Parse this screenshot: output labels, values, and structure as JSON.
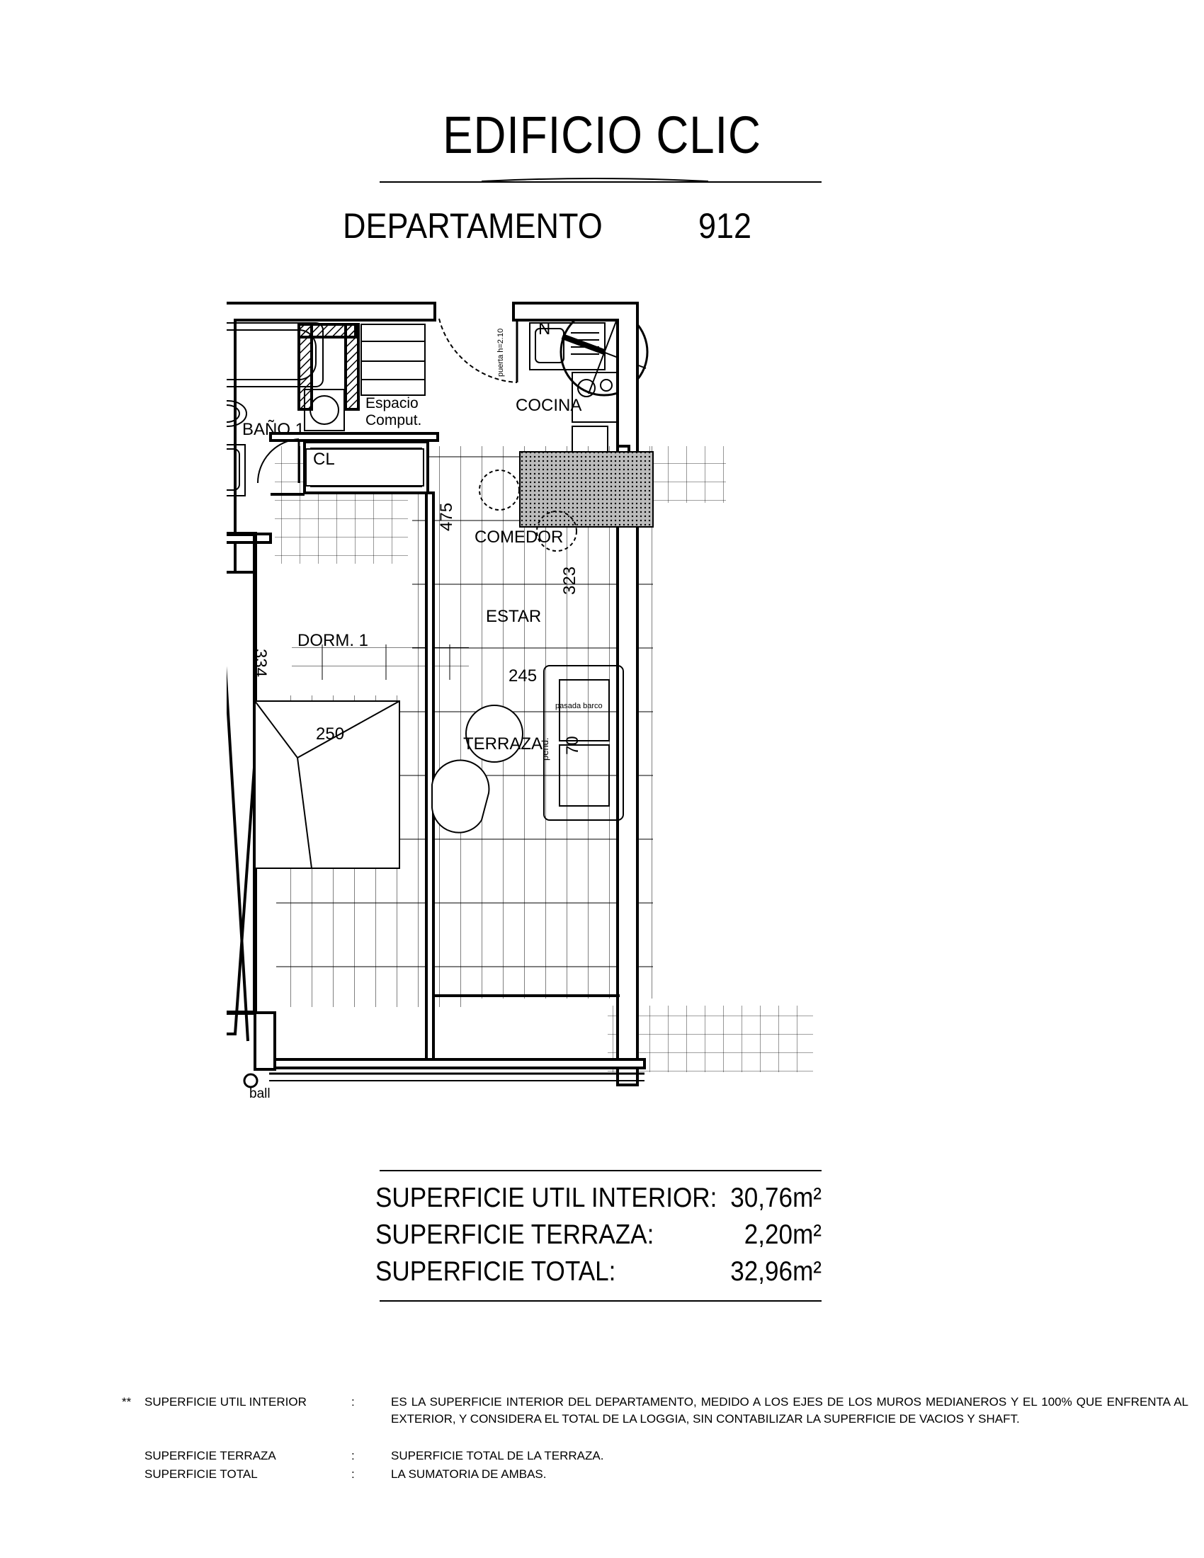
{
  "header": {
    "building": "EDIFICIO  CLIC",
    "unit_label": "DEPARTAMENTO",
    "unit_number": "912"
  },
  "plan": {
    "compass_label": "N",
    "rooms": {
      "bath": "BAÑO 1",
      "computer_1": "Espacio",
      "computer_2": "Comput.",
      "closet": "CL",
      "kitchen": "COCINA",
      "dining": "COMEDOR",
      "living": "ESTAR",
      "bedroom": "DORM. 1",
      "terrace": "TERRAZA"
    },
    "dimensions": {
      "hall_length": "475",
      "bedroom_depth": "334",
      "bedroom_width": "250",
      "living_depth": "323",
      "living_width": "245",
      "terrace_depth": "70"
    },
    "annotations": {
      "door_note": "puerta h=2.10",
      "sill_note": "pasada barco",
      "slope_note": "pend.",
      "exterior_note": "ball"
    }
  },
  "areas": [
    {
      "label": "SUPERFICIE UTIL INTERIOR:",
      "value": "30,76m²"
    },
    {
      "label": "SUPERFICIE TERRAZA:",
      "value": "2,20m²"
    },
    {
      "label": "SUPERFICIE TOTAL:",
      "value": "32,96m²"
    }
  ],
  "notes": {
    "marker": "**",
    "separator": ":",
    "util_term": "SUPERFICIE  UTIL  INTERIOR",
    "util_desc": "ES LA SUPERFICIE INTERIOR DEL DEPARTAMENTO, MEDIDO A LOS EJES DE LOS MUROS MEDIANEROS Y EL 100%  QUE  ENFRENTA  AL EXTERIOR, Y CONSIDERA  EL  TOTAL DE LA LOGGIA,  SIN  CONTABILIZAR  LA SUPERFICIE DE VACIOS Y SHAFT.",
    "terrace_term": "SUPERFICIE  TERRAZA",
    "terrace_desc": "SUPERFICIE TOTAL DE LA TERRAZA.",
    "total_term": "SUPERFICIE  TOTAL",
    "total_desc": "LA SUMATORIA DE AMBAS."
  }
}
